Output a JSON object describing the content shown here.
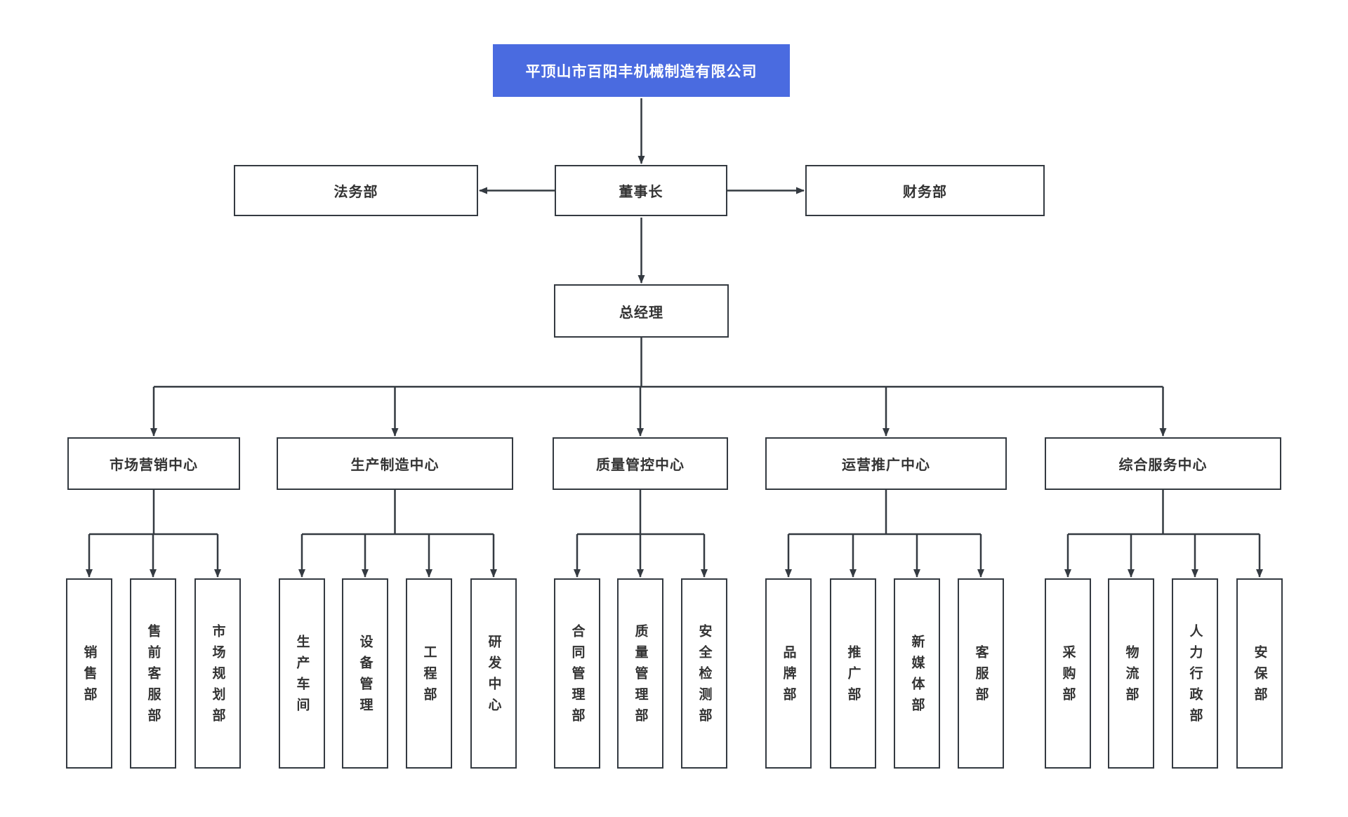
{
  "company": {
    "name": "平顶山市百阳丰机械制造有限公司"
  },
  "executive": {
    "chairman": "董事长",
    "legal": "法务部",
    "finance": "财务部",
    "general_manager": "总经理"
  },
  "centers": [
    {
      "label": "市场营销中心",
      "departments": [
        "销售部",
        "售前客服部",
        "市场规划部"
      ]
    },
    {
      "label": "生产制造中心",
      "departments": [
        "生产车间",
        "设备管理",
        "工程部",
        "研发中心"
      ]
    },
    {
      "label": "质量管控中心",
      "departments": [
        "合同管理部",
        "质量管理部",
        "安全检测部"
      ]
    },
    {
      "label": "运营推广中心",
      "departments": [
        "品牌部",
        "推广部",
        "新媒体部",
        "客服部"
      ]
    },
    {
      "label": "综合服务中心",
      "departments": [
        "采购部",
        "物流部",
        "人力行政部",
        "安保部"
      ]
    }
  ],
  "colors": {
    "accent": "#4a6be0",
    "line": "#343a41",
    "node_border": "#343a41",
    "text": "#333333",
    "title_text": "#ffffff",
    "background": "#ffffff"
  }
}
